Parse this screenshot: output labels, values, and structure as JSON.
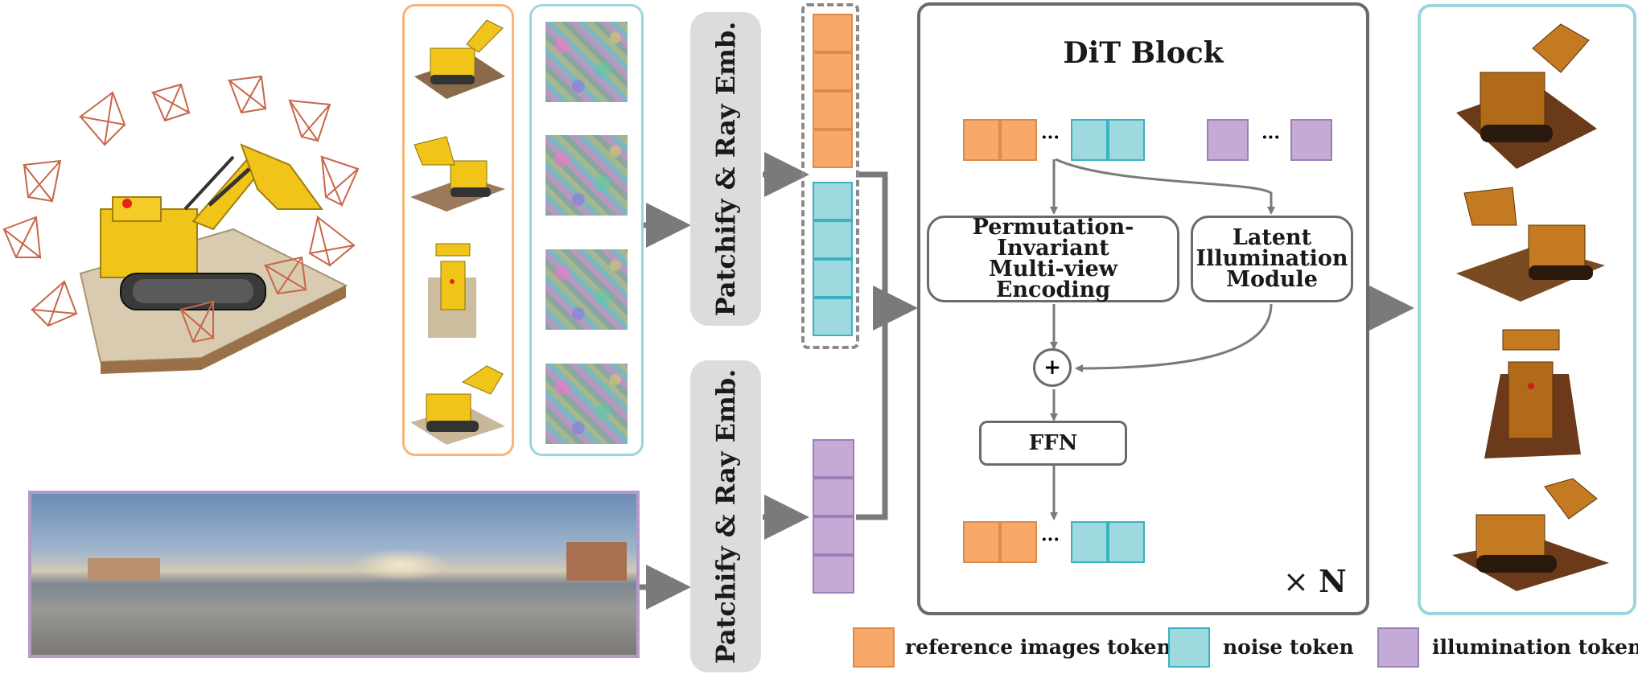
{
  "patchify_label_top": "Patchify & Ray Emb.",
  "patchify_label_bottom": "Patchify & Ray Emb.",
  "dit": {
    "title": "DiT Block",
    "encoding": "Permutation-\nInvariant\nMulti-view Encoding",
    "illumination": "Latent\nIllumination\nModule",
    "plus": "+",
    "ffn": "FFN",
    "ellipsis": "···",
    "repeat_prefix": "×",
    "repeat_n": "N"
  },
  "legend": {
    "reference": "reference images token",
    "noise": "noise token",
    "illumination": "illumination token"
  },
  "colors": {
    "reference": "#f8a868",
    "noise": "#9ed9e0",
    "illumination": "#c4abd6",
    "arrow": "#7a7a7a"
  }
}
